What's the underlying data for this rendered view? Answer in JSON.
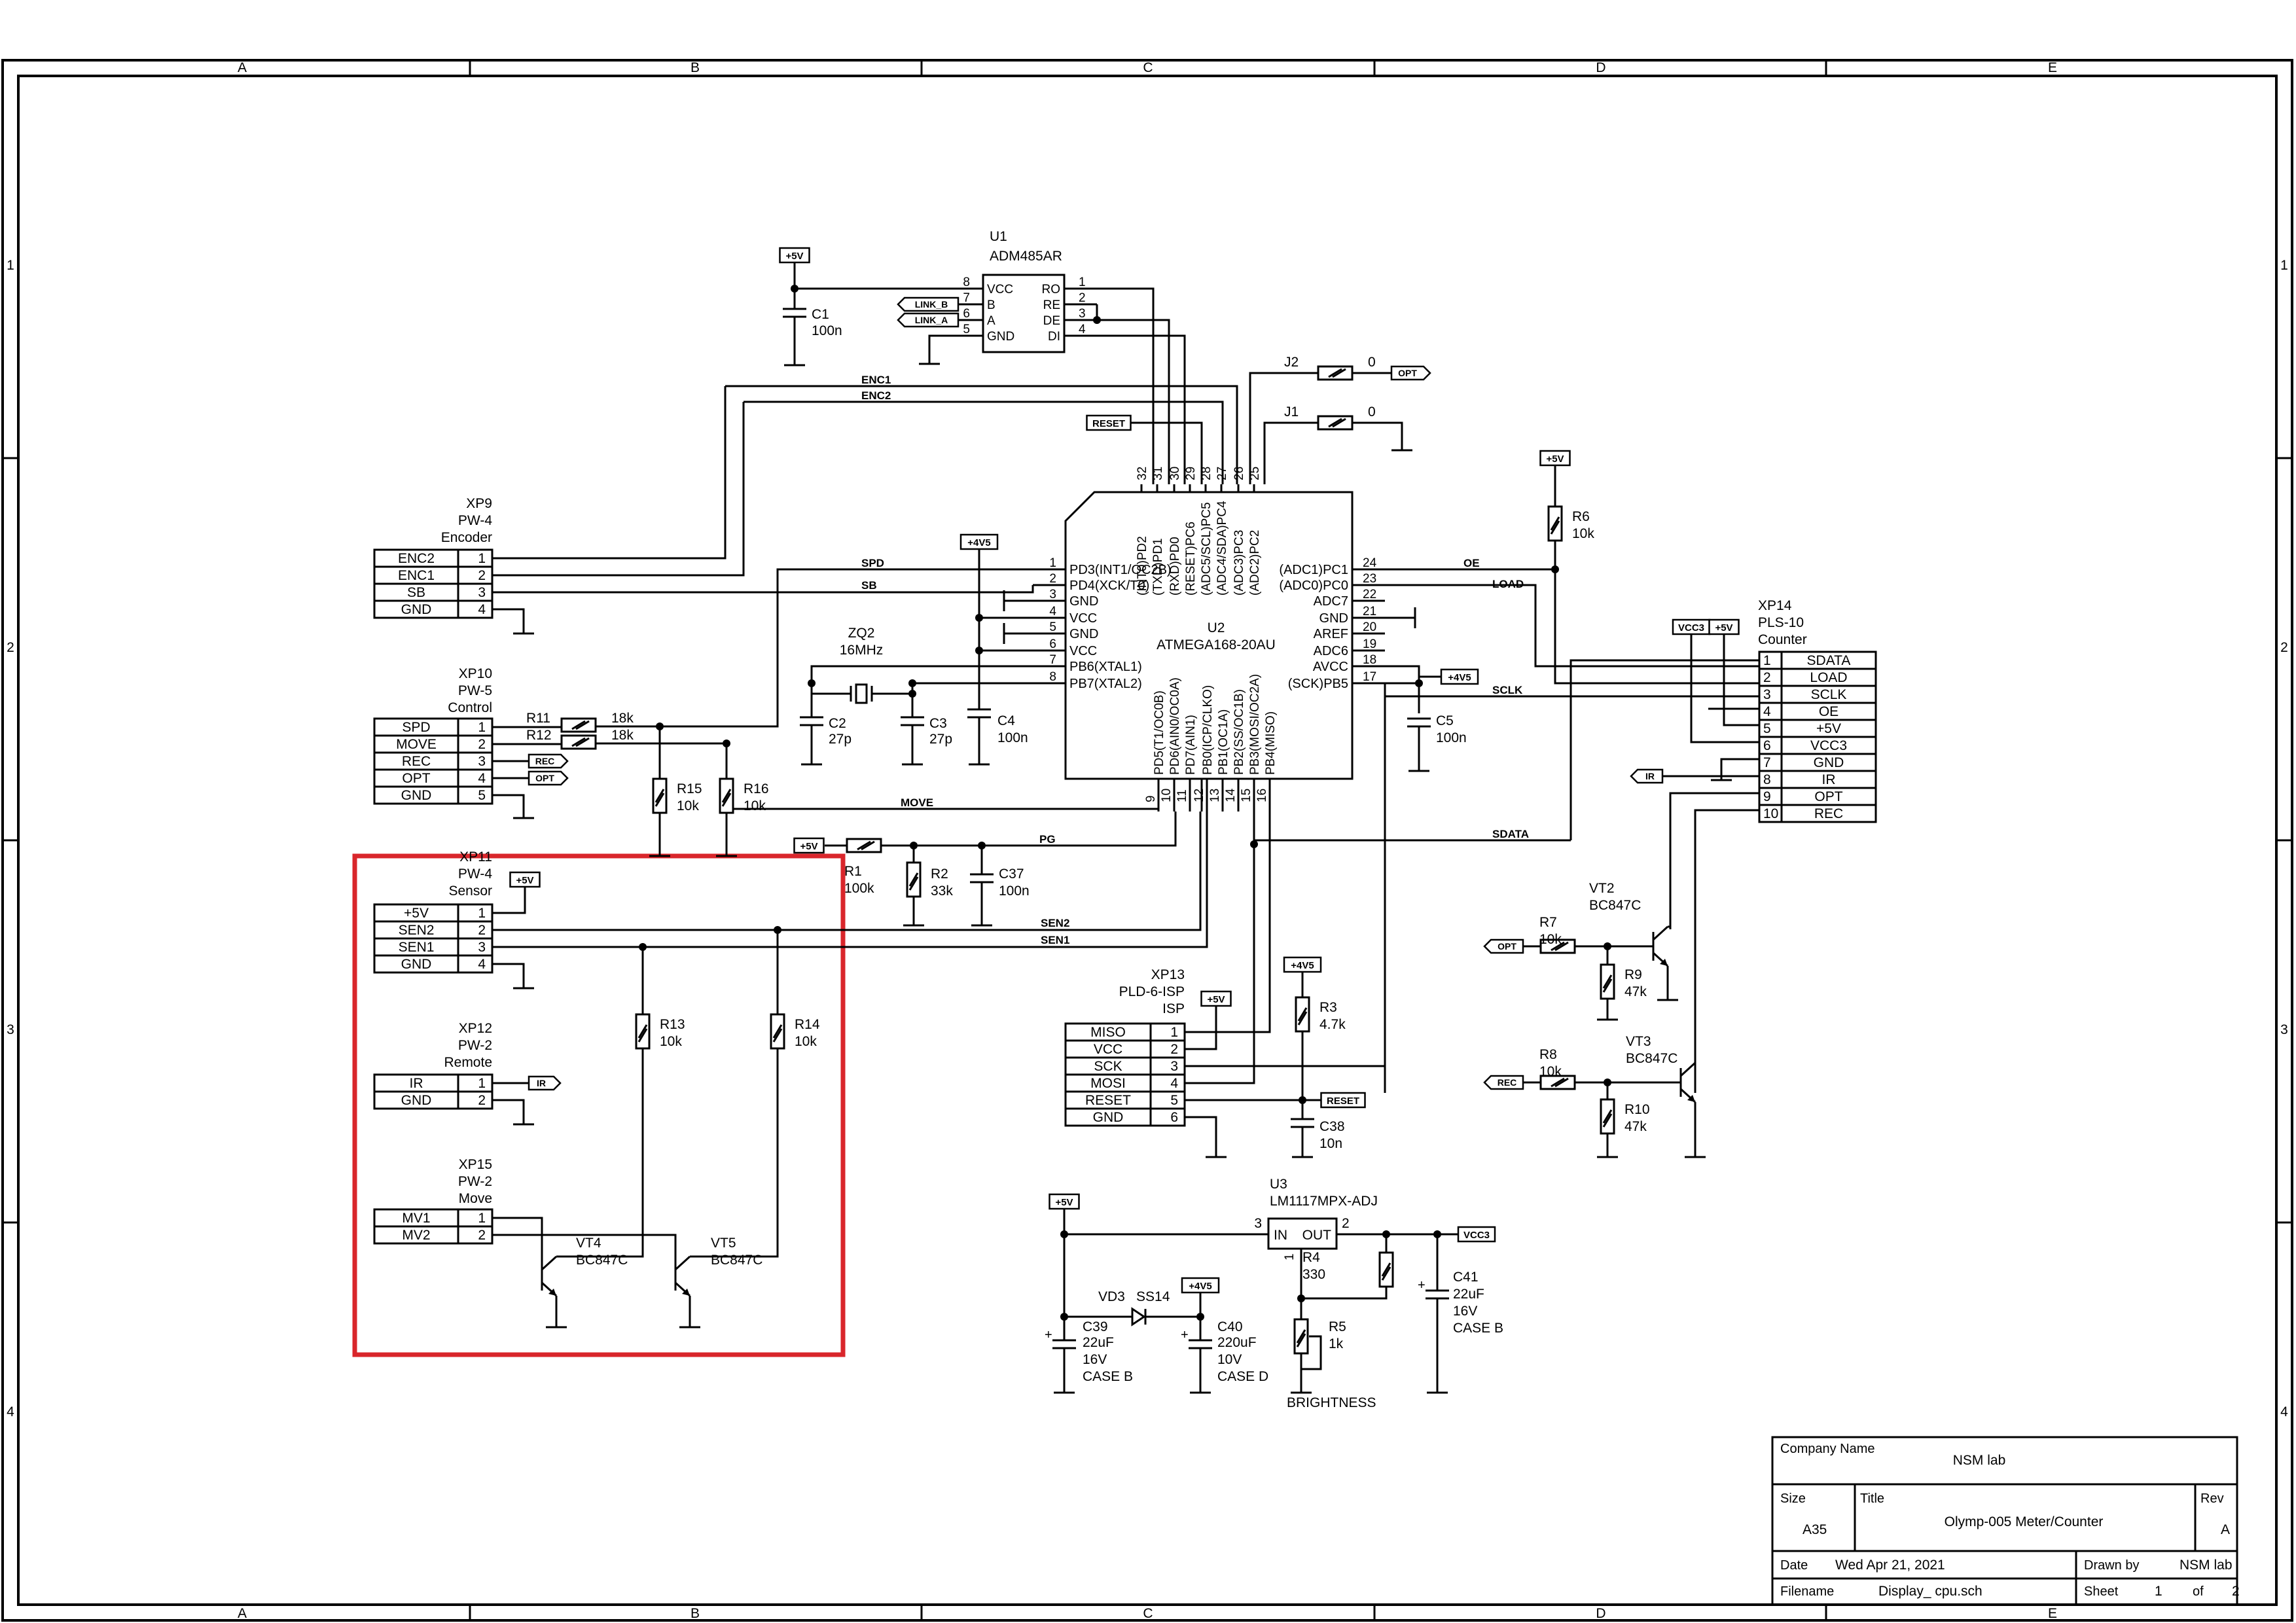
{
  "frame": {
    "columns": [
      "A",
      "B",
      "C",
      "D",
      "E"
    ],
    "rows": [
      "1",
      "2",
      "3",
      "4"
    ]
  },
  "title_block": {
    "company_name_label": "Company Name",
    "company_name": "NSM lab",
    "size_label": "Size",
    "size": "A35",
    "title_label": "Title",
    "title": "Olymp-005 Meter/Counter",
    "rev_label": "Rev",
    "rev": "A",
    "date_label": "Date",
    "date": "Wed Apr 21, 2021",
    "drawn_by_label": "Drawn by",
    "drawn_by": "NSM lab",
    "filename_label": "Filename",
    "filename": "Display_ cpu.sch",
    "sheet_label": "Sheet",
    "sheet": "1",
    "of_label": "of",
    "sheets_total": "2"
  },
  "highlight": {
    "color": "#d9262b"
  },
  "u1": {
    "ref": "U1",
    "part": "ADM485AR",
    "left_pins": [
      [
        "8",
        "VCC"
      ],
      [
        "7",
        "B"
      ],
      [
        "6",
        "A"
      ],
      [
        "5",
        "GND"
      ]
    ],
    "right_pins": [
      [
        "RO",
        "1"
      ],
      [
        "RE",
        "2"
      ],
      [
        "DE",
        "3"
      ],
      [
        "DI",
        "4"
      ]
    ]
  },
  "u2": {
    "ref": "U2",
    "part": "ATMEGA168-20AU",
    "left_pins": [
      [
        "1",
        "PD3(INT1/OC2B)"
      ],
      [
        "2",
        "PD4(XCK/T0)"
      ],
      [
        "3",
        "GND"
      ],
      [
        "4",
        "VCC"
      ],
      [
        "5",
        "GND"
      ],
      [
        "6",
        "VCC"
      ],
      [
        "7",
        "PB6(XTAL1)"
      ],
      [
        "8",
        "PB7(XTAL2)"
      ]
    ],
    "right_pins": [
      [
        "24",
        "(ADC1)PC1"
      ],
      [
        "23",
        "(ADC0)PC0"
      ],
      [
        "22",
        "ADC7"
      ],
      [
        "21",
        "GND"
      ],
      [
        "20",
        "AREF"
      ],
      [
        "19",
        "ADC6"
      ],
      [
        "18",
        "AVCC"
      ],
      [
        "17",
        "(SCK)PB5"
      ]
    ],
    "top_pins": [
      [
        "32",
        "(INT0)PD2"
      ],
      [
        "31",
        "(TXD)PD1"
      ],
      [
        "30",
        "(RXD)PD0"
      ],
      [
        "29",
        "(RESET)PC6"
      ],
      [
        "28",
        "(ADC5/SCL)PC5"
      ],
      [
        "27",
        "(ADC4/SDA)PC4"
      ],
      [
        "26",
        "(ADC3)PC3"
      ],
      [
        "25",
        "(ADC2)PC2"
      ]
    ],
    "bottom_pins": [
      [
        "9",
        "PD5(T1/OC0B)"
      ],
      [
        "10",
        "PD6(AIN0/OC0A)"
      ],
      [
        "11",
        "PD7(AIN1)"
      ],
      [
        "12",
        "PB0(ICP/CLKO)"
      ],
      [
        "13",
        "PB1(OC1A)"
      ],
      [
        "14",
        "PB2(SS/OC1B)"
      ],
      [
        "15",
        "PB3(MOSI/OC2A)"
      ],
      [
        "16",
        "PB4(MISO)"
      ]
    ]
  },
  "u3": {
    "ref": "U3",
    "part": "LM1117MPX-ADJ",
    "in": "IN",
    "out": "OUT",
    "pin_in": "3",
    "pin_out": "2",
    "pin_adj": "1"
  },
  "connectors": {
    "xp9": {
      "ref": "XP9",
      "type": "PW-4",
      "desc": "Encoder",
      "pins": [
        [
          "ENC2",
          "1"
        ],
        [
          "ENC1",
          "2"
        ],
        [
          "SB",
          "3"
        ],
        [
          "GND",
          "4"
        ]
      ]
    },
    "xp10": {
      "ref": "XP10",
      "type": "PW-5",
      "desc": "Control",
      "pins": [
        [
          "SPD",
          "1"
        ],
        [
          "MOVE",
          "2"
        ],
        [
          "REC",
          "3"
        ],
        [
          "OPT",
          "4"
        ],
        [
          "GND",
          "5"
        ]
      ]
    },
    "xp11": {
      "ref": "XP11",
      "type": "PW-4",
      "desc": "Sensor",
      "pins": [
        [
          "+5V",
          "1"
        ],
        [
          "SEN2",
          "2"
        ],
        [
          "SEN1",
          "3"
        ],
        [
          "GND",
          "4"
        ]
      ]
    },
    "xp12": {
      "ref": "XP12",
      "type": "PW-2",
      "desc": "Remote",
      "pins": [
        [
          "IR",
          "1"
        ],
        [
          "GND",
          "2"
        ]
      ]
    },
    "xp15": {
      "ref": "XP15",
      "type": "PW-2",
      "desc": "Move",
      "pins": [
        [
          "MV1",
          "1"
        ],
        [
          "MV2",
          "2"
        ]
      ]
    },
    "xp13": {
      "ref": "XP13",
      "type": "PLD-6-ISP",
      "desc": "ISP",
      "pins": [
        [
          "MISO",
          "1"
        ],
        [
          "VCC",
          "2"
        ],
        [
          "SCK",
          "3"
        ],
        [
          "MOSI",
          "4"
        ],
        [
          "RESET",
          "5"
        ],
        [
          "GND",
          "6"
        ]
      ]
    },
    "xp14": {
      "ref": "XP14",
      "type": "PLS-10",
      "desc": "Counter",
      "pins": [
        [
          "1",
          "SDATA"
        ],
        [
          "2",
          "LOAD"
        ],
        [
          "3",
          "SCLK"
        ],
        [
          "4",
          "OE"
        ],
        [
          "5",
          "+5V"
        ],
        [
          "6",
          "VCC3"
        ],
        [
          "7",
          "GND"
        ],
        [
          "8",
          "IR"
        ],
        [
          "9",
          "OPT"
        ],
        [
          "10",
          "REC"
        ]
      ]
    }
  },
  "parts": {
    "c1": {
      "ref": "C1",
      "val": "100n"
    },
    "c2": {
      "ref": "C2",
      "val": "27p"
    },
    "c3": {
      "ref": "C3",
      "val": "27p"
    },
    "c4": {
      "ref": "C4",
      "val": "100n"
    },
    "c5": {
      "ref": "C5",
      "val": "100n"
    },
    "c37": {
      "ref": "C37",
      "val": "100n"
    },
    "c38": {
      "ref": "C38",
      "val": "10n"
    },
    "c39": {
      "ref": "C39",
      "val": "22uF",
      "v": "16V",
      "case": "CASE B"
    },
    "c40": {
      "ref": "C40",
      "val": "220uF",
      "v": "10V",
      "case": "CASE D"
    },
    "c41": {
      "ref": "C41",
      "val": "22uF",
      "v": "16V",
      "case": "CASE B"
    },
    "r1": {
      "ref": "R1",
      "val": "100k"
    },
    "r2": {
      "ref": "R2",
      "val": "33k"
    },
    "r3": {
      "ref": "R3",
      "val": "4.7k"
    },
    "r4": {
      "ref": "R4",
      "val": "330"
    },
    "r5": {
      "ref": "R5",
      "val": "1k"
    },
    "r6": {
      "ref": "R6",
      "val": "10k"
    },
    "r7": {
      "ref": "R7",
      "val": "10k"
    },
    "r8": {
      "ref": "R8",
      "val": "10k"
    },
    "r9": {
      "ref": "R9",
      "val": "47k"
    },
    "r10": {
      "ref": "R10",
      "val": "47k"
    },
    "r11": {
      "ref": "R11",
      "val": "18k"
    },
    "r12": {
      "ref": "R12",
      "val": "18k"
    },
    "r13": {
      "ref": "R13",
      "val": "10k"
    },
    "r14": {
      "ref": "R14",
      "val": "10k"
    },
    "r15": {
      "ref": "R15",
      "val": "10k"
    },
    "r16": {
      "ref": "R16",
      "val": "10k"
    },
    "zq2": {
      "ref": "ZQ2",
      "val": "16MHz"
    },
    "vt2": {
      "ref": "VT2",
      "val": "BC847C"
    },
    "vt3": {
      "ref": "VT3",
      "val": "BC847C"
    },
    "vt4": {
      "ref": "VT4",
      "val": "BC847C"
    },
    "vt5": {
      "ref": "VT5",
      "val": "BC847C"
    },
    "vd3": {
      "ref": "VD3",
      "val": "SS14"
    },
    "j1": {
      "ref": "J1",
      "val": "0"
    },
    "j2": {
      "ref": "J2",
      "val": "0"
    },
    "brightness": "BRIGHTNESS"
  },
  "nets": {
    "enc1": "ENC1",
    "enc2": "ENC2",
    "spd": "SPD",
    "sb": "SB",
    "move": "MOVE",
    "pg": "PG",
    "sen1": "SEN1",
    "sen2": "SEN2",
    "oe": "OE",
    "load": "LOAD",
    "sclk": "SCLK",
    "sdata": "SDATA",
    "p5v": "+5V",
    "p4v5": "+4V5",
    "vcc3": "VCC3",
    "reset": "RESET",
    "opt": "OPT",
    "rec": "REC",
    "ir": "IR",
    "link_a": "LINK_A",
    "link_b": "LINK_B"
  }
}
